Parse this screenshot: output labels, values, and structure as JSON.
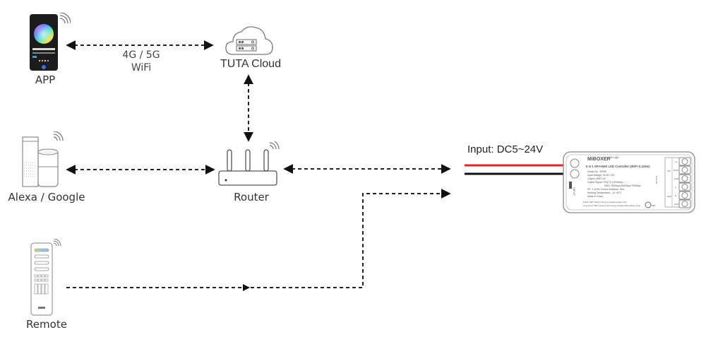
{
  "nodes": {
    "app": {
      "label": "APP"
    },
    "cloud": {
      "label": "TUTA Cloud"
    },
    "alexa": {
      "label": "Alexa / Google"
    },
    "router": {
      "label": "Router"
    },
    "remote": {
      "label": "Remote"
    }
  },
  "connections": {
    "app_cloud": {
      "label_line1": "4G / 5G",
      "label_line2": "WiFi",
      "style": "dashed-bidirectional"
    },
    "cloud_router": {
      "style": "dashed-bidirectional"
    },
    "alexa_router": {
      "style": "dashed-bidirectional"
    },
    "router_controller": {
      "style": "dashed-bidirectional"
    },
    "remote_controller": {
      "style": "dashed-unidirectional"
    }
  },
  "power": {
    "label": "Input:  DC5~24V",
    "wire_colors": {
      "positive": "#d9262c",
      "negative": "#111111"
    }
  },
  "controller": {
    "brand": "MiBOXER",
    "brand_sub": "Mi-Light",
    "title": "5 in 1 SPI+DMX LED Controller (WiFi+2.4GHz)",
    "spec_lines": [
      "Model No.: SP5W",
      "Input Voltage: DC5V~24V",
      "Output: 6MP 12A",
      "Output Signal: SPI(TTL) 800Kbps",
      "DMX: 250Kbps/400Kbps/750Kbps",
      "RF: 2.4GHz  Control Distance: 30m",
      "Working Temperature: -10~40°C",
      "Made in China"
    ],
    "note_lines": [
      "Press \"SET\" button 1 time to activate wiring mode",
      "Long press \"SET\" button 5 seconds to activate WiFi pairing mode"
    ],
    "set_label": "SET",
    "output_label": "OUTPUT",
    "output_groups": [
      "SPI",
      "DMX"
    ],
    "terminals": [
      "V+",
      "DATA",
      "GND",
      "A",
      "B",
      "GND"
    ]
  }
}
